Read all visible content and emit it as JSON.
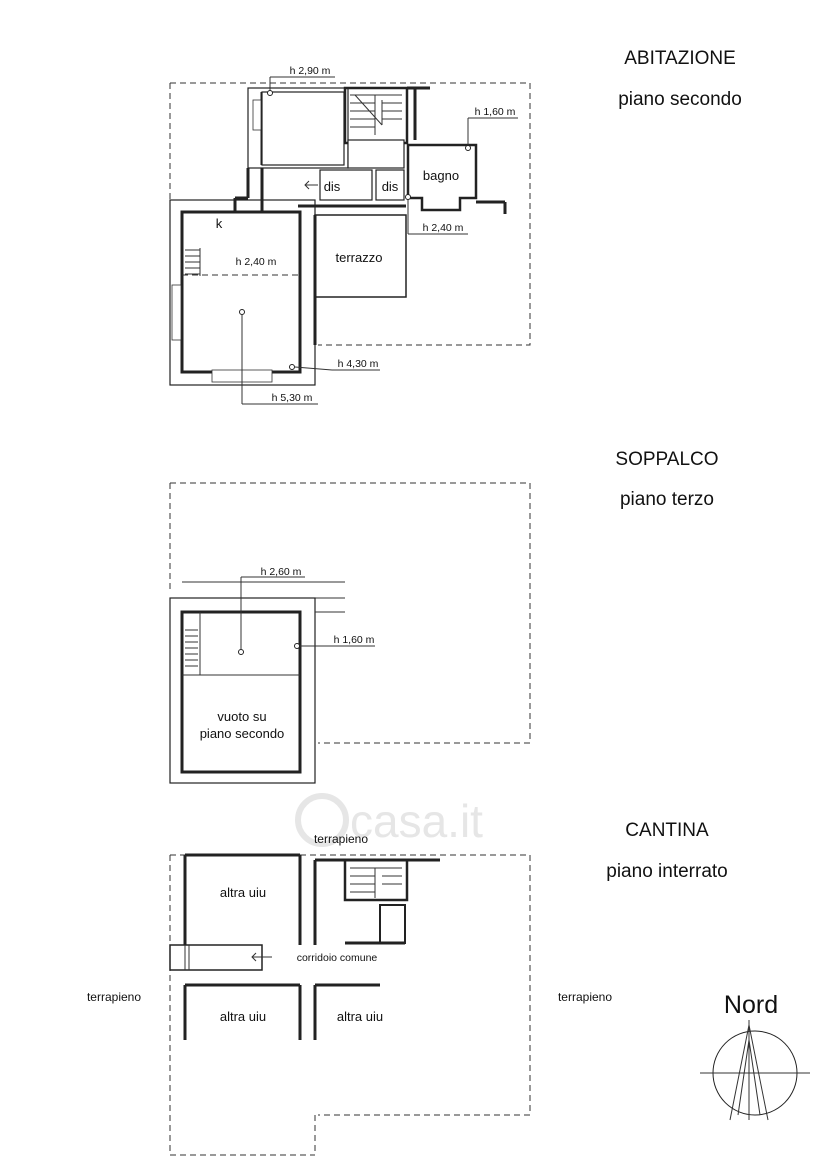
{
  "sections": [
    {
      "title": "ABITAZIONE",
      "subtitle": "piano secondo",
      "rooms": [
        "dis",
        "dis",
        "bagno",
        "k",
        "terrazzo"
      ],
      "heights": [
        "h 2,90 m",
        "h 1,60 m",
        "h 2,40 m",
        "h 2,40 m",
        "h 4,30 m",
        "h 5,30 m"
      ]
    },
    {
      "title": "SOPPALCO",
      "subtitle": "piano terzo",
      "rooms": [
        "vuoto su",
        "piano secondo"
      ],
      "heights": [
        "h 2,60 m",
        "h 1,60 m"
      ]
    },
    {
      "title": "CANTINA",
      "subtitle": "piano interrato",
      "rooms": [
        "altra uiu",
        "altra uiu",
        "altra uiu",
        "corridoio comune",
        "terrapieno",
        "terrapieno",
        "terrapieno"
      ]
    }
  ],
  "compass": {
    "label": "Nord"
  },
  "watermark": "casa.it"
}
